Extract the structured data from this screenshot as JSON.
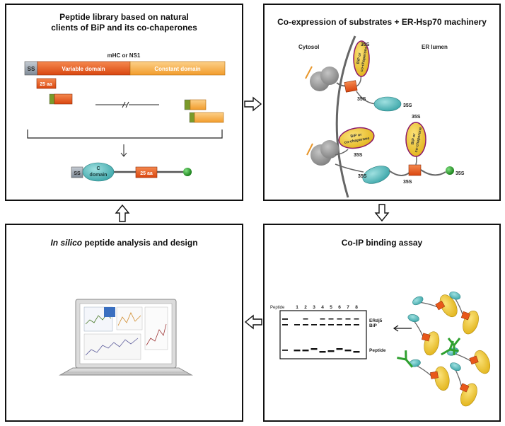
{
  "panels": {
    "library": {
      "title_line1": "Peptide library based on natural",
      "title_line2": "clients of BiP and its co-chaperones",
      "protein_label": "mHC or NS1",
      "ss": "SS",
      "variable": "Variable domain",
      "constant": "Constant domain",
      "fragment": "25 aa",
      "c_domain_line1": "C",
      "c_domain_line2": "domain"
    },
    "coexpression": {
      "title": "Co-expression of substrates + ER-Hsp70 machinery",
      "cytosol": "Cytosol",
      "er_lumen": "ER lumen",
      "chaperone_line1": "BiP or",
      "chaperone_line2": "co-chaperone",
      "label_35s": "35S"
    },
    "coip": {
      "title": "Co-IP binding assay",
      "peptide_header": "Peptide",
      "lanes": [
        "1",
        "2",
        "3",
        "4",
        "5",
        "6",
        "7",
        "8"
      ],
      "band_erdj5": "ERdj5",
      "band_bip": "BiP",
      "band_peptide": "Peptide"
    },
    "insilico": {
      "title_italic": "In silico",
      "title_rest": " peptide analysis and design"
    }
  },
  "colors": {
    "variable": "#e8581a",
    "constant": "#f7b24a",
    "ss": "#9aa5b1",
    "teal": "#5bbfc0",
    "chaperone": "#f2cc33",
    "chaperone_outline": "#8b1a6b",
    "green": "#2fa02f",
    "ribosome": "#9a9a9a"
  }
}
